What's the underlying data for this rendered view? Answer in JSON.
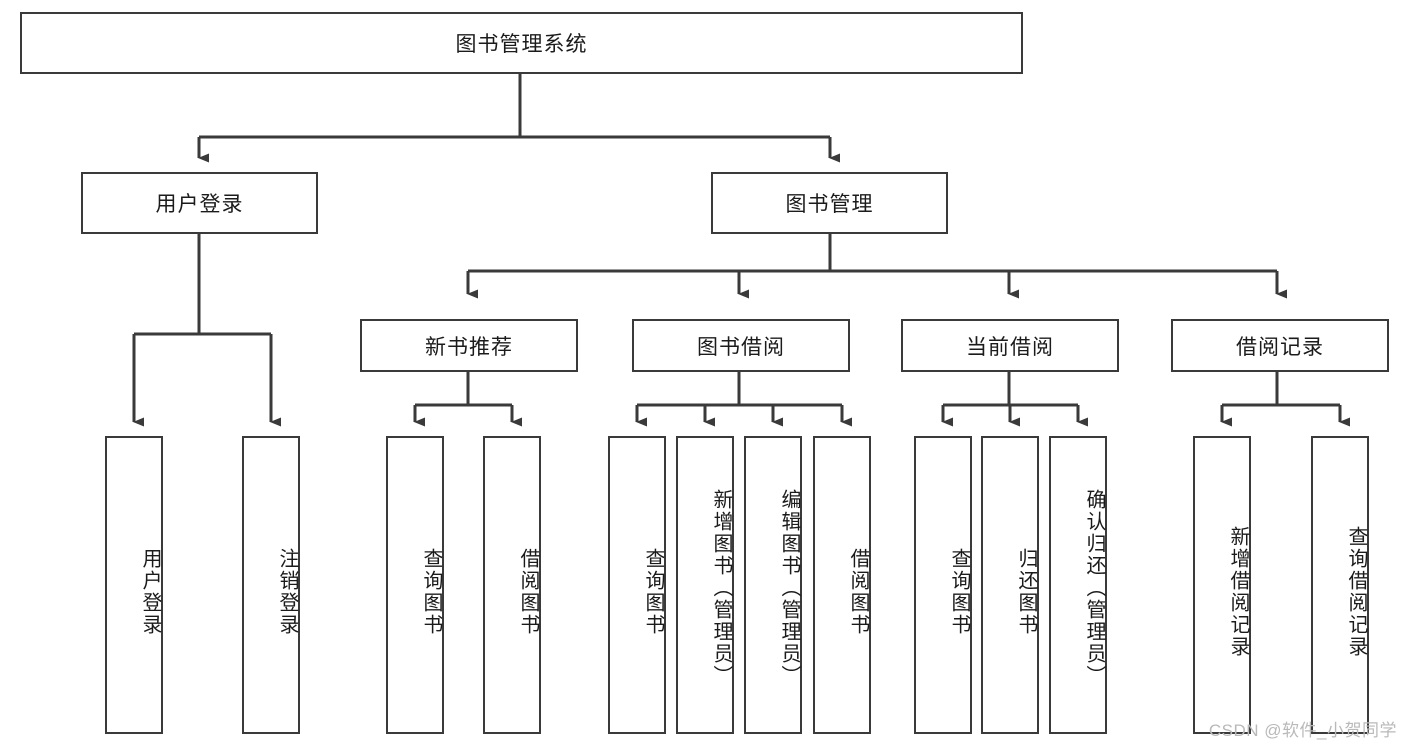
{
  "diagram": {
    "title": "图书管理系统",
    "type": "tree",
    "root": {
      "label": "图书管理系统"
    },
    "level2": [
      {
        "label": "用户登录"
      },
      {
        "label": "图书管理"
      }
    ],
    "level3": [
      {
        "label": "新书推荐"
      },
      {
        "label": "图书借阅"
      },
      {
        "label": "当前借阅"
      },
      {
        "label": "借阅记录"
      }
    ],
    "leaves": {
      "user_login": [
        {
          "label": "用户登录"
        },
        {
          "label": "注销登录"
        }
      ],
      "new_book_recommend": [
        {
          "label": "查询图书"
        },
        {
          "label": "借阅图书"
        }
      ],
      "book_borrow": [
        {
          "label": "查询图书"
        },
        {
          "label": "新增图书（管理员）"
        },
        {
          "label": "编辑图书（管理员）"
        },
        {
          "label": "借阅图书"
        }
      ],
      "current_borrow": [
        {
          "label": "查询图书"
        },
        {
          "label": "归还图书"
        },
        {
          "label": "确认归还（管理员）"
        }
      ],
      "borrow_record": [
        {
          "label": "新增借阅记录"
        },
        {
          "label": "查询借阅记录"
        }
      ]
    }
  },
  "watermark": {
    "text": "CSDN @软件_小贺同学"
  },
  "colors": {
    "stroke": "#3a3a3a",
    "fill": "#ffffff",
    "text": "#1b1b1b",
    "watermark": "#b9b9b9"
  }
}
